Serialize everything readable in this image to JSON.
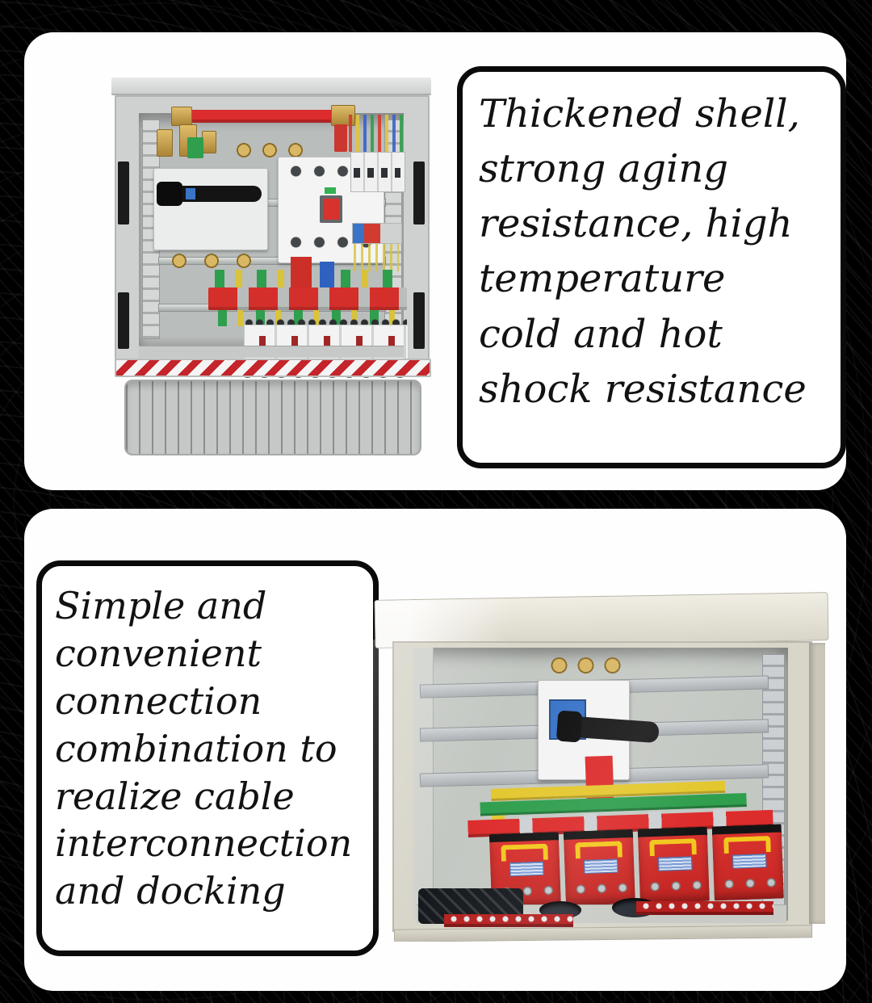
{
  "palette": {
    "page_bg": "#000000",
    "panel_bg": "#fefefe",
    "caption_border": "#0a0a0a",
    "caption_text": "#121212",
    "cabinet_gray": "#ced1d0",
    "cabinet_interior_gray": "#b9bdbb",
    "cabinet_beige": "#d8d5c9",
    "cabinet_roof_beige": "#ebe8dd",
    "galvanized": "#c2c7ca",
    "hinge_black": "#1b1b1b",
    "busbar_red": "#dd2c2c",
    "busbar_green": "#2f9e4d",
    "busbar_yellow": "#e4c72f",
    "brass": "#c9a24e",
    "module_red": "#d32a28",
    "handle_yellow": "#f2c71e",
    "label_blue": "#7a9bd4",
    "switch_blue": "#3a74c9",
    "device_white": "#f3f4f3",
    "hazard_red": "#c4242a",
    "wrap_black": "#15181c"
  },
  "sections": {
    "top": {
      "caption": "Thickened shell, strong aging resistance, high temperature cold and hot shock resistance",
      "caption_lines": [
        "Thickened shell,",
        "strong aging",
        "resistance, high",
        "temperature",
        "cold and hot",
        "shock resistance"
      ]
    },
    "bottom": {
      "caption": "Simple and convenient connection combination to realize cable interconnection and docking",
      "caption_lines": [
        "Simple and",
        "convenient",
        "connection",
        "combination to",
        "realize cable",
        "interconnection",
        "and docking"
      ]
    }
  }
}
